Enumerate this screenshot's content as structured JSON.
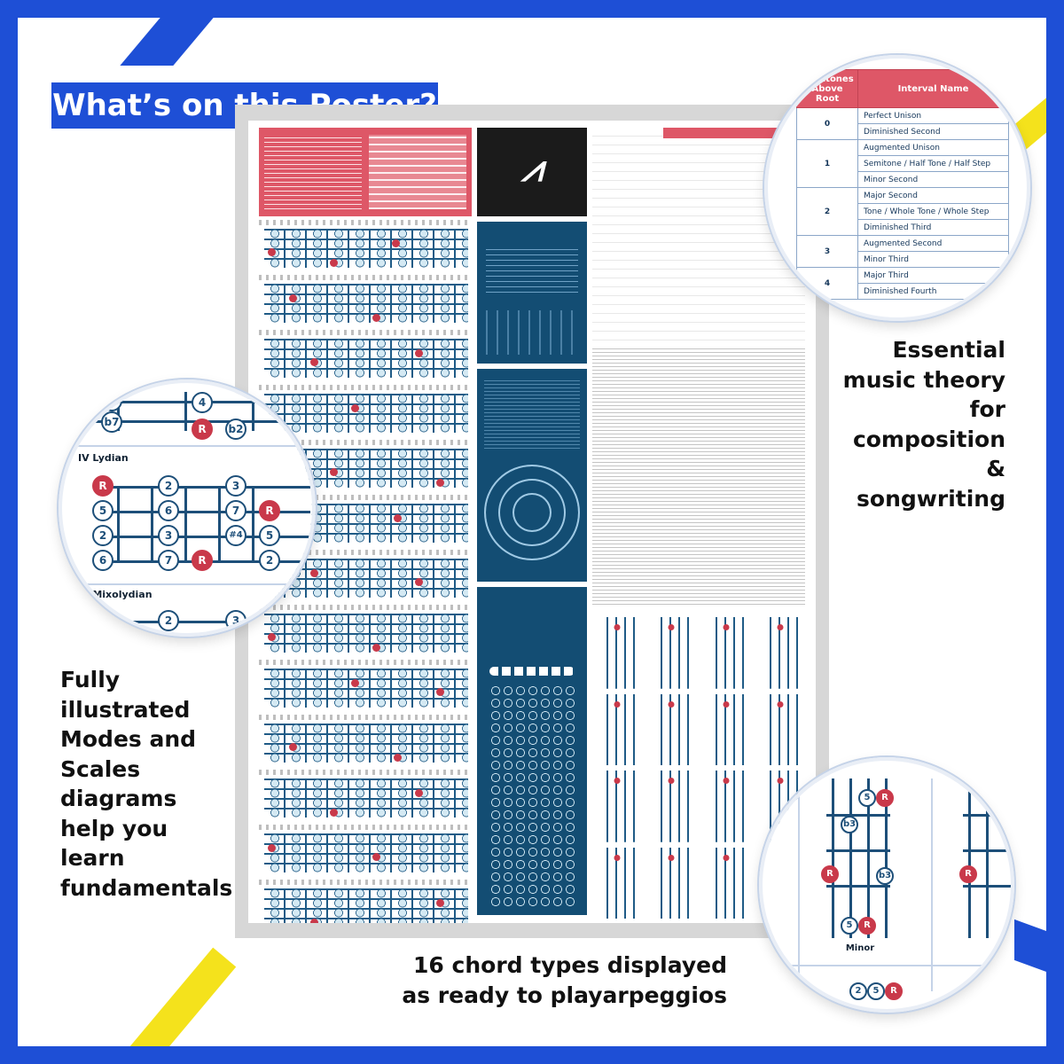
{
  "headline": "What’s on this Poster?",
  "captions": {
    "theory": "Essential music theory for composition & songwriting",
    "modes": "Fully illustrated Modes and Scales diagrams help you learn fundamentals",
    "chords": "16 chord types displayed as ready to playarpeggios"
  },
  "interval_table": {
    "header_semitones": "Semitones Above Root",
    "header_name": "Interval Name",
    "groups": [
      {
        "semitones": "0",
        "names": [
          "Perfect Unison",
          "Diminished Second"
        ]
      },
      {
        "semitones": "1",
        "names": [
          "Augmented Unison",
          "Semitone / Half Tone / Half Step",
          "Minor Second"
        ]
      },
      {
        "semitones": "2",
        "names": [
          "Major Second",
          "Tone / Whole Tone / Whole Step",
          "Diminished Third"
        ]
      },
      {
        "semitones": "3",
        "names": [
          "Augmented Second",
          "Minor Third"
        ]
      },
      {
        "semitones": "4",
        "names": [
          "Major Third",
          "Diminished Fourth"
        ]
      }
    ]
  },
  "fretboard_zoom": {
    "mode_1": "IV  Lydian",
    "mode_2": "V  Mixolydian",
    "top_notes": [
      "b3",
      "4",
      "b7",
      "R",
      "b2"
    ],
    "lydian_notes": [
      "R",
      "2",
      "3",
      "5",
      "6",
      "7",
      "R",
      "2",
      "3",
      "#4",
      "5",
      "6",
      "7",
      "R",
      "2"
    ],
    "mixolydian_notes": [
      "R",
      "2",
      "3"
    ]
  },
  "chord_zoom": {
    "chord_name": "Minor",
    "notes": [
      "5",
      "R",
      "b3",
      "R",
      "b3",
      "5",
      "R",
      "R",
      "2",
      "5",
      "R"
    ]
  },
  "colors": {
    "brand_blue": "#1e4fd6",
    "accent_yellow": "#f4e21c",
    "poster_pink": "#de5767",
    "poster_navy": "#134d73",
    "root_red": "#c9394a"
  }
}
